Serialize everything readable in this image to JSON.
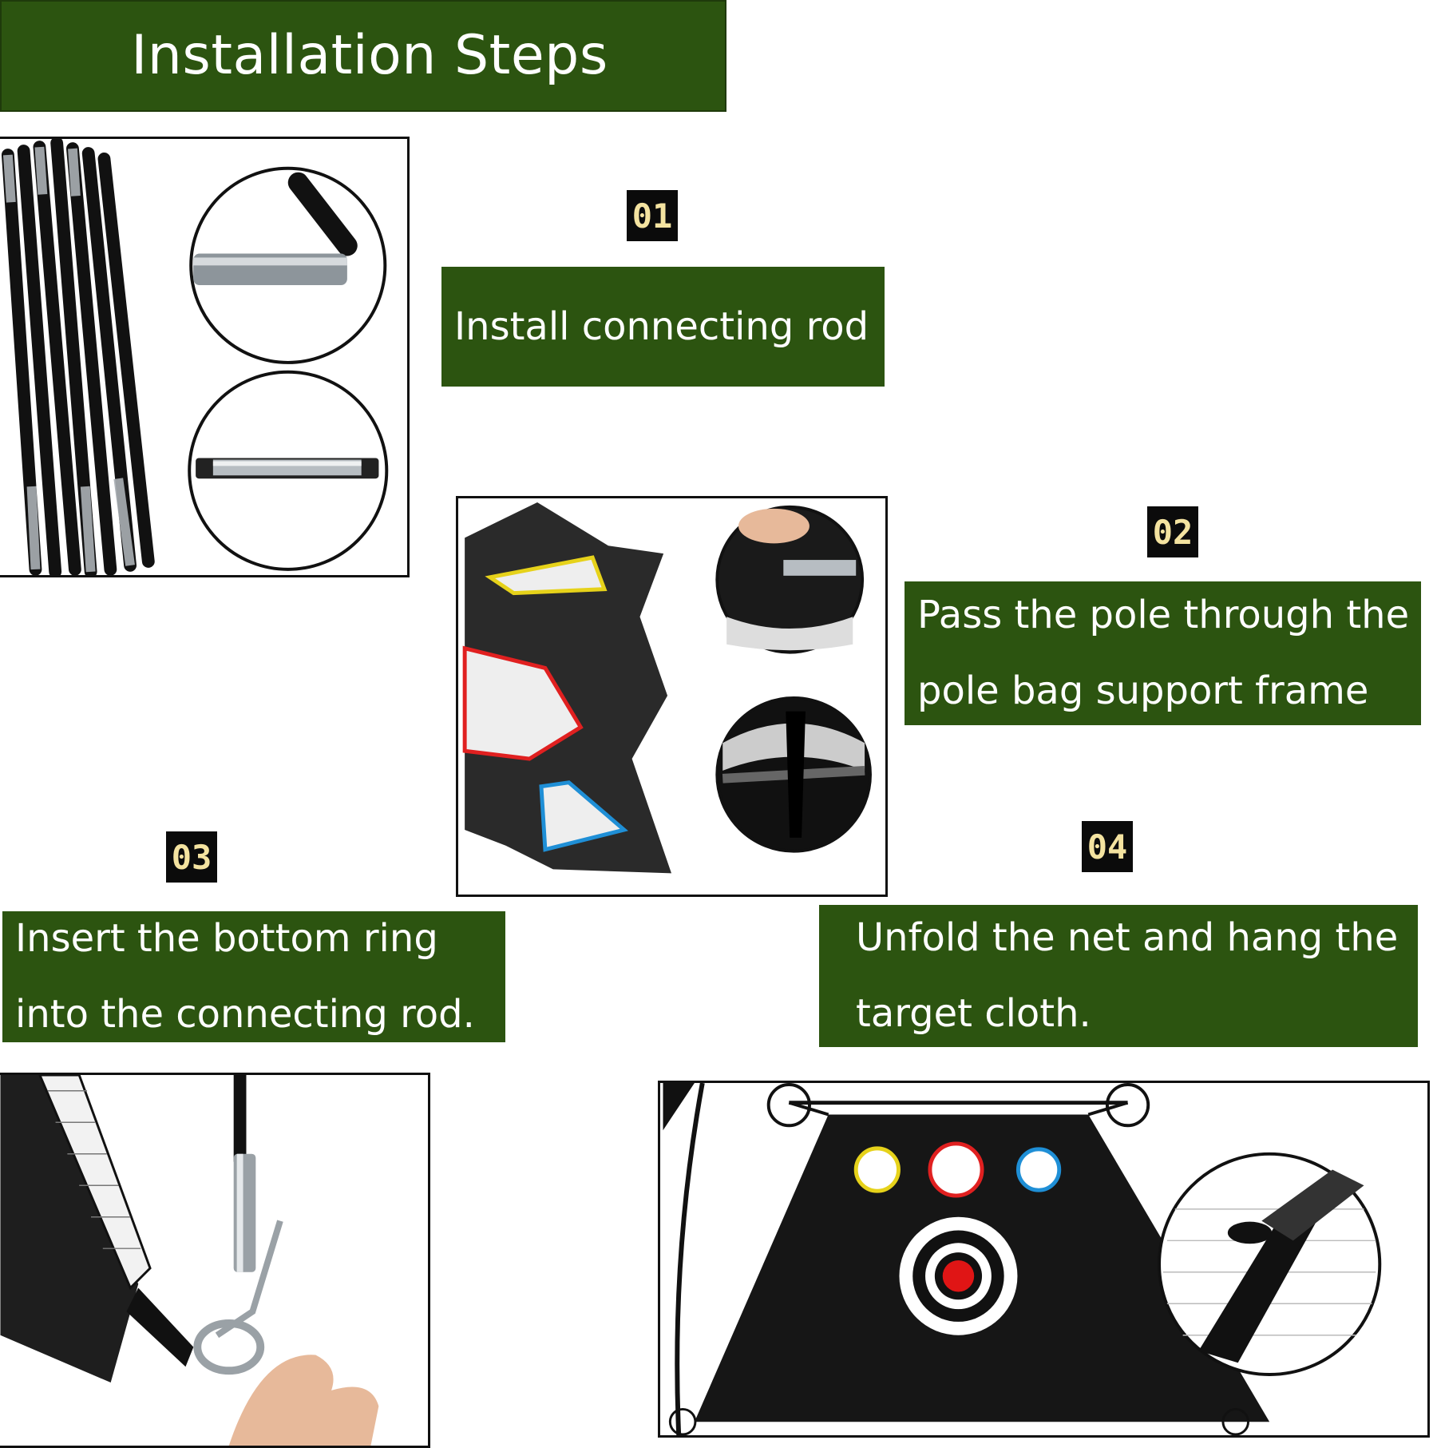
{
  "header": {
    "title": "Installation Steps"
  },
  "steps": [
    {
      "number": "01",
      "text_lines": [
        "Install connecting rod"
      ]
    },
    {
      "number": "02",
      "text_lines": [
        "Pass the pole through the",
        "pole bag support frame"
      ]
    },
    {
      "number": "03",
      "text_lines": [
        "Insert the bottom ring",
        "into the connecting rod."
      ]
    },
    {
      "number": "04",
      "text_lines": [
        "Unfold the net and hang the",
        "target cloth."
      ]
    }
  ],
  "colors": {
    "banner_green": "#2c5410",
    "badge_black": "#0b0b0b",
    "badge_text": "#f4e3a0",
    "mesh_yellow": "#e6d21a",
    "mesh_red": "#e02020",
    "mesh_blue": "#1f8fd6",
    "target_red": "#e01515"
  },
  "icons": {
    "photo1": "rods-photo-icon",
    "photo2": "pole-bag-photo-icon",
    "photo3": "bottom-ring-photo-icon",
    "photo4": "target-cloth-photo-icon"
  }
}
